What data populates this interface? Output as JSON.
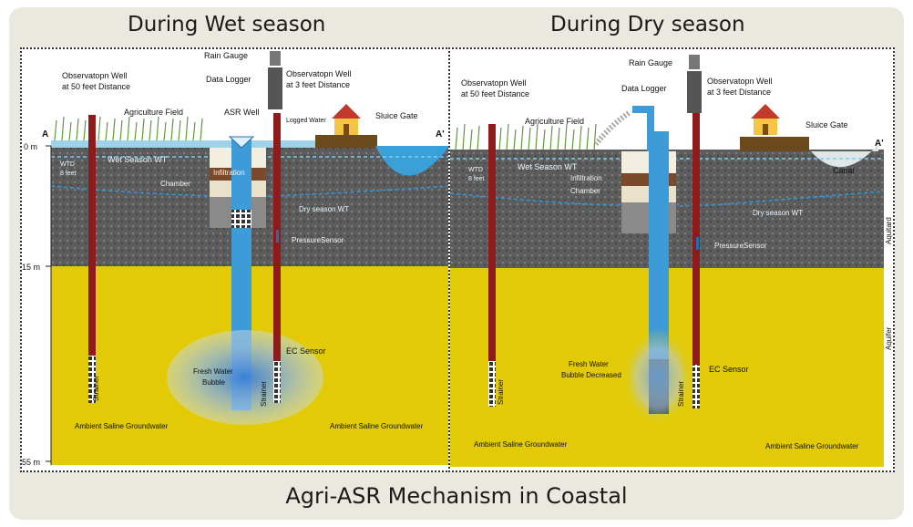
{
  "titles": {
    "wet": "During Wet season",
    "dry": "During Dry season",
    "caption": "Agri-ASR Mechanism in Coastal"
  },
  "depth_labels": {
    "d0": "0 m",
    "d15": "15 m",
    "d55": "55 m"
  },
  "section_markers": {
    "a": "A",
    "a_prime": "A'"
  },
  "wet_panel": {
    "rain_gauge": "Rain Gauge",
    "data_logger": "Data Logger",
    "obs_far_1": "Observatopn Well",
    "obs_far_2": "at 50 feet Distance",
    "obs_near_1": "Observatopn Well",
    "obs_near_2": "at 3 feet Distance",
    "agri_field": "Agriculture Field",
    "asr_well": "ASR Well",
    "logged_water": "Logged Water",
    "sluice_gate": "Sluice Gate",
    "wet_wt": "Wet Season WT",
    "wtd_1": "WTD",
    "wtd_2": "8 feet",
    "infil_1": "Infiltration",
    "infil_2": "Chamber",
    "dry_wt": "Dry season WT",
    "pressure": "PressureSensor",
    "fresh_1": "Fresh Water",
    "fresh_2": "Bubble",
    "strainer": "Strainer",
    "ec_sensor": "EC Sensor",
    "saline_left": "Ambient Saline Groundwater",
    "saline_right": "Ambient Saline Groundwater"
  },
  "dry_panel": {
    "rain_gauge": "Rain Gauge",
    "data_logger": "Data Logger",
    "obs_far_1": "Observatopn Well",
    "obs_far_2": "at 50 feet Distance",
    "obs_near_1": "Observatopn Well",
    "obs_near_2": "at 3 feet Distance",
    "agri_field": "Agriculture Field",
    "sluice_gate": "Sluice Gate",
    "canal": "Canal",
    "wet_wt": "Wet Season WT",
    "wtd_1": "WTD",
    "wtd_2": "8 feet",
    "infil_1": "Infiltration",
    "infil_2": "Chamber",
    "dry_wt": "Dry season WT",
    "pressure": "PressureSensor",
    "fresh_1": "Fresh Water",
    "fresh_2": "Bubble Decreased",
    "strainer": "Strainer",
    "ec_sensor": "EC Sensor",
    "saline_left": "Ambient Saline Groundwater",
    "saline_right": "Ambient Saline Groundwater",
    "aquitard": "Aquitard",
    "aquifer": "Aquifer"
  },
  "colors": {
    "aquifer": "#e2cb06",
    "aquitard": "#5a5a5a",
    "well_red": "#8e1b1b",
    "pipe_blue": "#3d9bd8",
    "water": "#55b8e8"
  }
}
